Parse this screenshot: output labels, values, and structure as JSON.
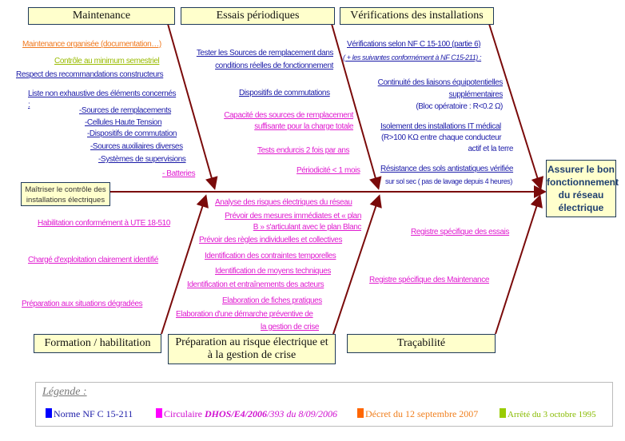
{
  "categories": {
    "maintenance": "Maintenance",
    "essais": "Essais périodiques",
    "verifications": "Vérifications des installations",
    "formation": "Formation / habilitation",
    "preparation": "Préparation au risque électrique et à la gestion de crise",
    "tracabilite": "Traçabilité"
  },
  "start_box": "Maîtriser le contrôle des installations électriques",
  "goal_box": "Assurer le bon fonctionnement du réseau électrique",
  "maintenance_items": [
    "Maintenance organisée (documentation…)",
    "Contrôle au minimum semestriel",
    "Respect des recommandations constructeurs",
    "Liste non exhaustive des éléments concernés",
    ":",
    "-Sources de remplacements",
    "-Cellules Haute Tension",
    "-Dispositifs de commutation",
    "-Sources auxiliaires diverses",
    "-Systèmes de supervisions",
    "- Batteries"
  ],
  "essais_items": [
    "Tester les Sources de remplacement dans",
    "conditions réelles de fonctionnement",
    "Dispositifs de commutations",
    "Capacité des sources de remplacement",
    "suffisante pour la charge totale",
    "Tests endurcis 2 fois par ans",
    "Périodicité < 1 mois"
  ],
  "verif_items": [
    "Vérifications selon NF C 15-100 (partie 6)",
    "( + les suivantes conformément à NF C15-211) :",
    "Continuité des liaisons équipotentielles",
    "supplémentaires",
    "(Bloc opératoire : R<0.2 Ω)",
    "Isolement des installations IT médical",
    "(R>100 KΩ entre chaque conducteur",
    "actif et la terre",
    "Résistance des sols antistatiques vérifiée",
    "sur sol sec ( pas de lavage depuis 4 heures)"
  ],
  "formation_items": [
    "Habilitation conformément à UTE 18-510",
    "Chargé d'exploitation clairement identifié",
    "Préparation aux situations dégradées"
  ],
  "preparation_items": [
    "Analyse des risques électriques du réseau",
    "Prévoir des mesures immédiates et « plan",
    "B » s'articulant avec le plan Blanc",
    "Prévoir des règles individuelles et collectives",
    "Identification des contraintes temporelles",
    "Identification de moyens techniques",
    "Identification et entraînements  des acteurs",
    "Elaboration de fiches pratiques",
    "Elaboration d'une démarche préventive de",
    "la gestion de crise"
  ],
  "tracabilite_items": [
    "Registre spécifique des essais",
    "Registre spécifique des Maintenance"
  ],
  "legend": {
    "title": "Légende :",
    "items": [
      {
        "label": "Norme NF C 15-211",
        "color": "#0000ff"
      },
      {
        "label_prefix": "Circulaire ",
        "label_bold": "DHOS/E4/2006",
        "label_suffix": "/393 du 8/09/2006",
        "color": "#ff00ff"
      },
      {
        "label": "Décret du 12 septembre 2007",
        "color": "#ff6600"
      },
      {
        "label": "Arrêté du 3 octobre 1995",
        "color": "#99cc00"
      }
    ]
  },
  "colors": {
    "arrow": "#7a0a0a",
    "box_fill": "#ffffcc"
  }
}
